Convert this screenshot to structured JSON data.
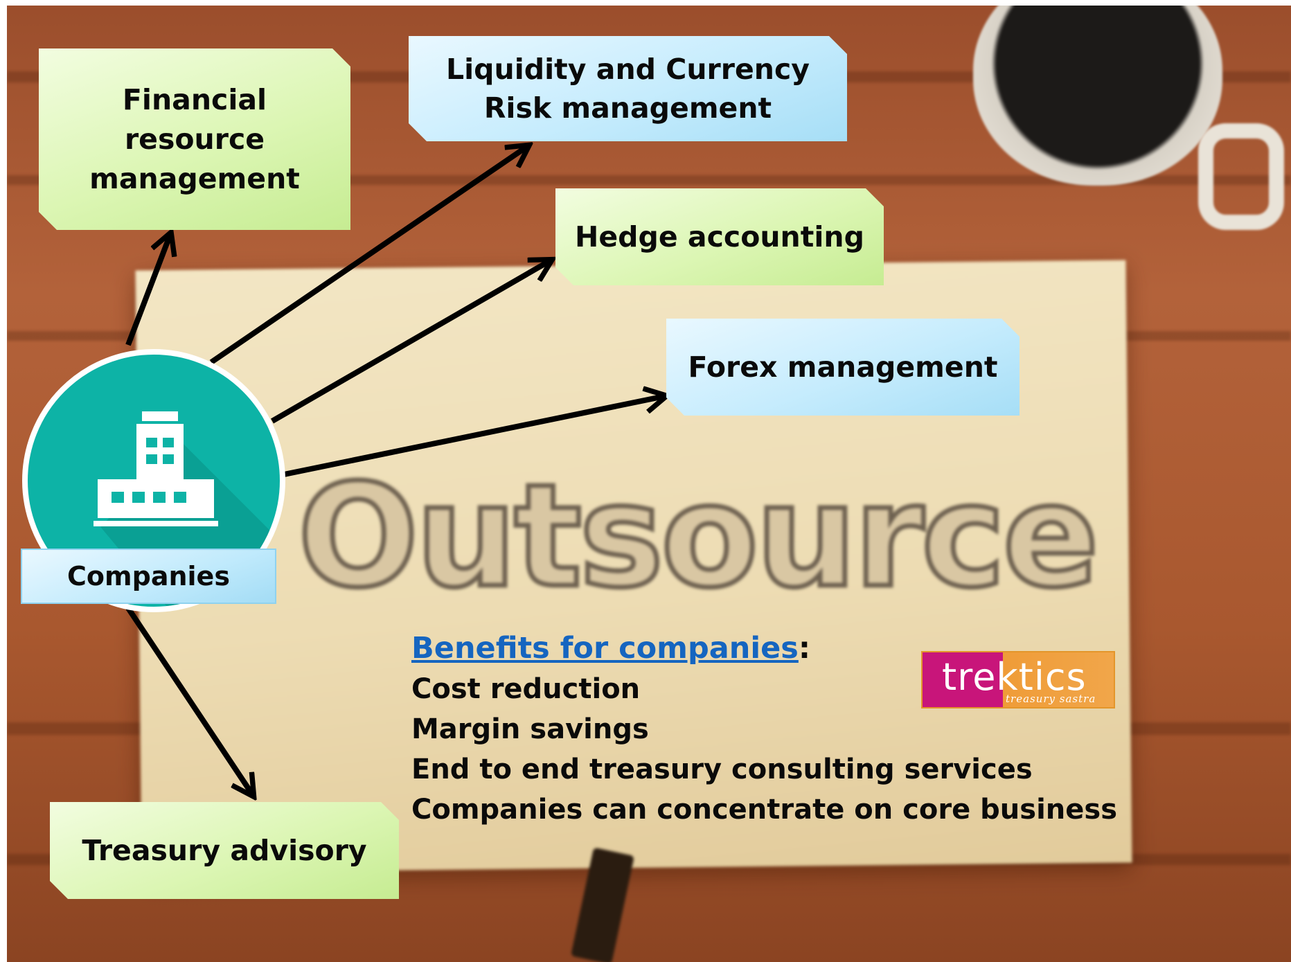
{
  "diagram": {
    "central_node": {
      "label": "Companies",
      "icon": "building-icon",
      "color": "#0db3a6"
    },
    "nodes": [
      {
        "id": "financial",
        "label": "Financial resource management",
        "lines": [
          "Financial",
          "resource",
          "management"
        ],
        "style": "green"
      },
      {
        "id": "liquidity",
        "label": "Liquidity and Currency Risk management",
        "lines": [
          "Liquidity and Currency",
          "Risk management"
        ],
        "style": "blue"
      },
      {
        "id": "hedge",
        "label": "Hedge accounting",
        "lines": [
          "Hedge accounting"
        ],
        "style": "green"
      },
      {
        "id": "forex",
        "label": "Forex management",
        "lines": [
          "Forex management"
        ],
        "style": "blue"
      },
      {
        "id": "treasury",
        "label": "Treasury advisory",
        "lines": [
          "Treasury advisory"
        ],
        "style": "green"
      }
    ],
    "edges": [
      {
        "from": "companies",
        "to": "financial"
      },
      {
        "from": "companies",
        "to": "liquidity"
      },
      {
        "from": "companies",
        "to": "hedge"
      },
      {
        "from": "companies",
        "to": "forex"
      },
      {
        "from": "companies",
        "to": "treasury"
      }
    ]
  },
  "benefits": {
    "heading": "Benefits for companies",
    "heading_suffix": ":",
    "heading_color": "#1565c0",
    "items": [
      "Cost reduction",
      "Margin savings",
      "End to end treasury consulting services",
      "Companies can concentrate on core business"
    ]
  },
  "background": {
    "word": "Outsource"
  },
  "logo": {
    "word": "trektics",
    "tagline": "treasury sastra",
    "colors": [
      "#c8157a",
      "#ef9c38"
    ]
  }
}
